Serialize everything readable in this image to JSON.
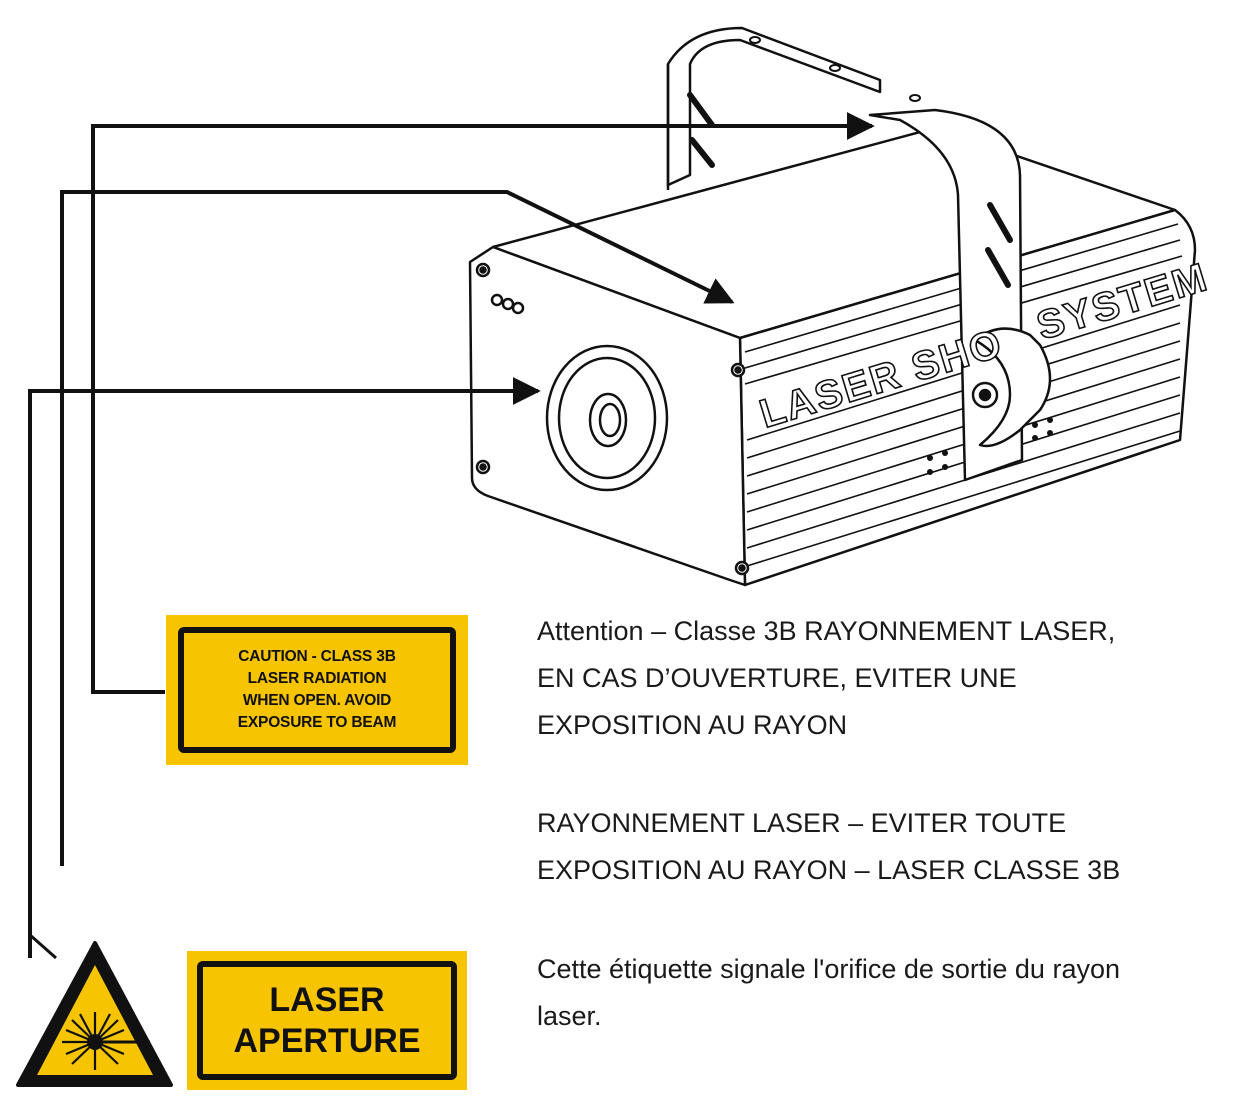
{
  "device": {
    "brand_text": [
      "LASER SHO",
      "SYSTEM"
    ]
  },
  "labels": {
    "caution": "CAUTION - CLASS 3B\nLASER RADIATION\nWHEN OPEN. AVOID\nEXPOSURE TO BEAM",
    "aperture": "LASER\nAPERTURE"
  },
  "descriptions": {
    "caution_fr": [
      "Attention – Classe 3B RAYONNEMENT LASER,",
      "EN CAS D’OUVERTURE, EVITER UNE",
      "EXPOSITION AU RAYON"
    ],
    "warning_fr": [
      "RAYONNEMENT LASER – EVITER TOUTE",
      "EXPOSITION AU RAYON – LASER CLASSE 3B"
    ],
    "aperture_fr": [
      "Cette étiquette signale l'orifice de sortie du rayon",
      "laser."
    ]
  },
  "colors": {
    "label_yellow": "#f6c400",
    "line": "#111111"
  },
  "icons": [
    "laser-warning-triangle-icon",
    "arrow-icon"
  ]
}
